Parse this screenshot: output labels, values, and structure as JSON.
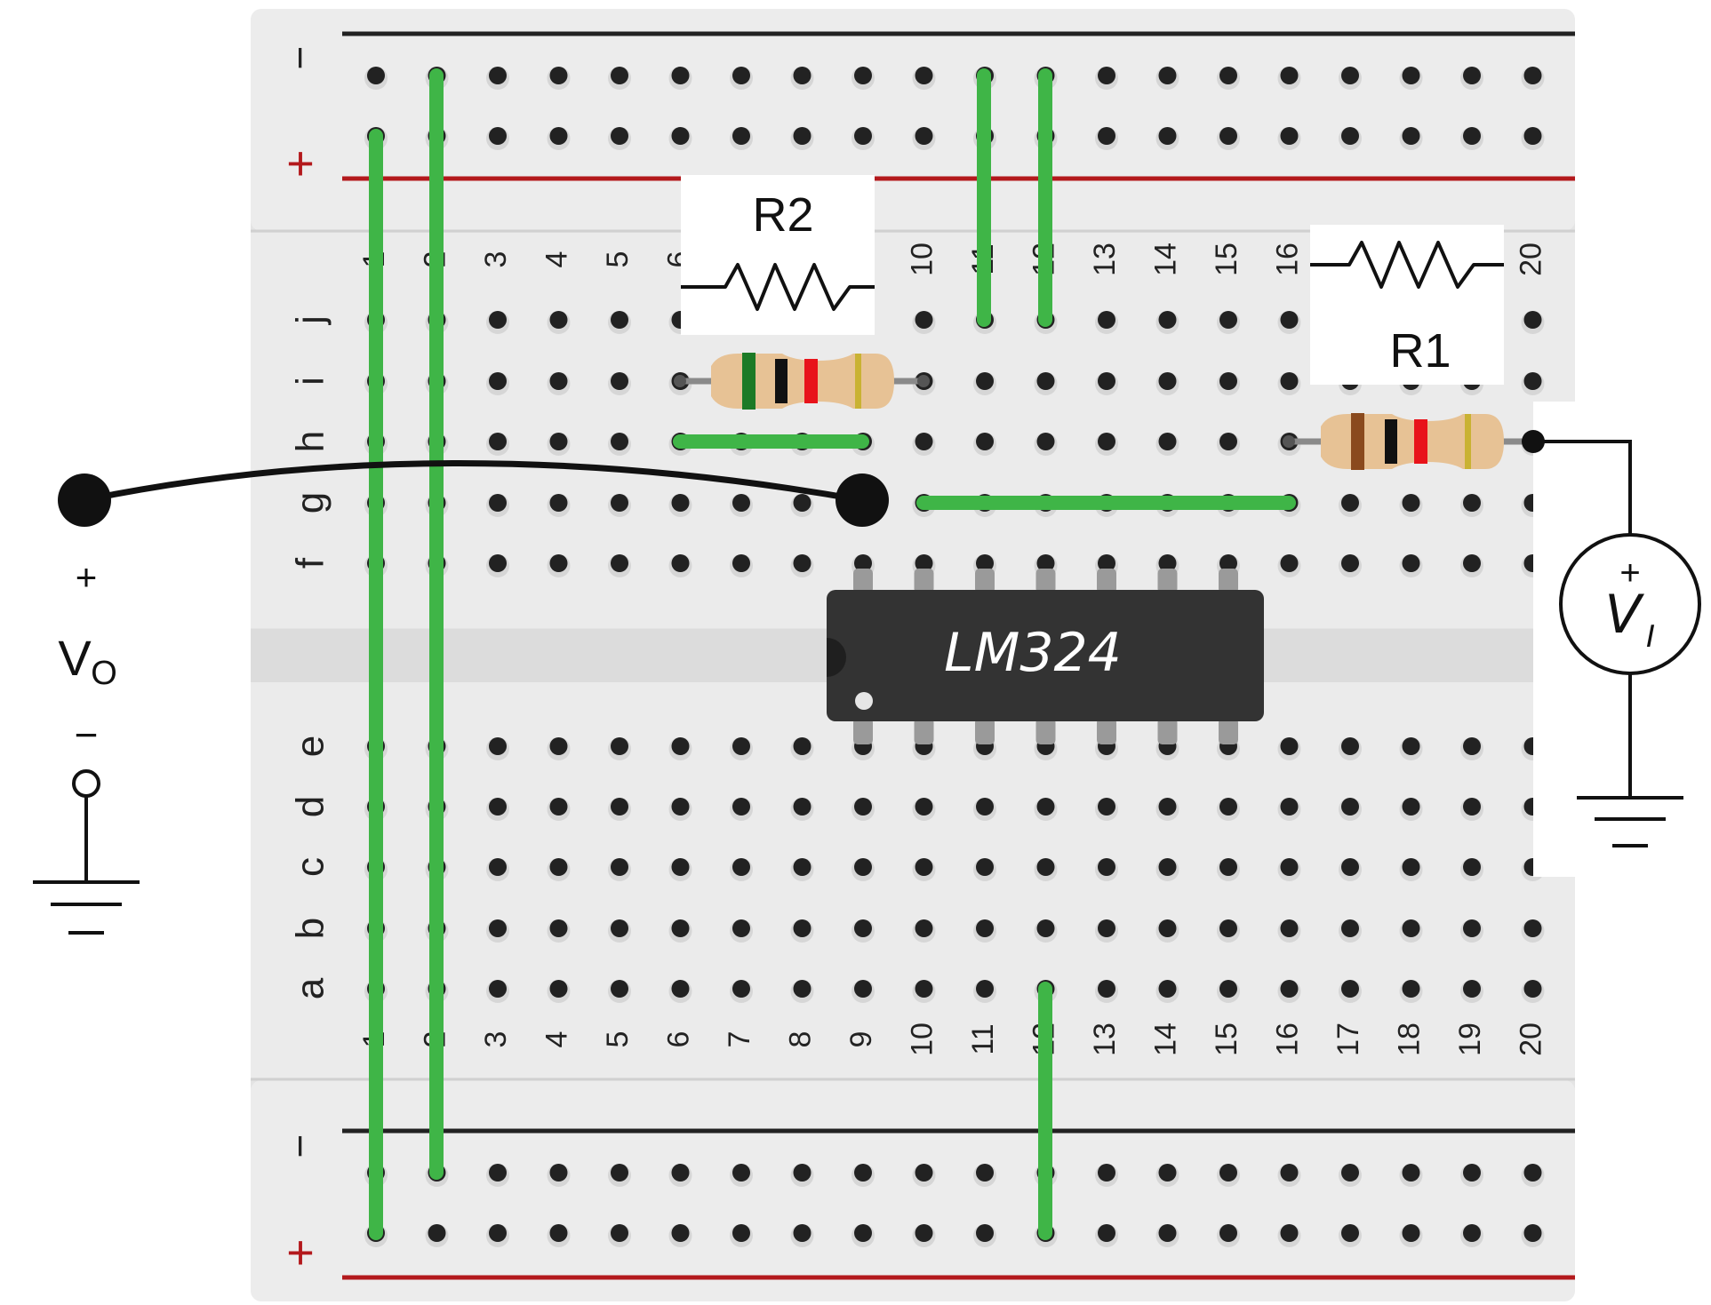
{
  "breadboard": {
    "columns": [
      "1",
      "2",
      "3",
      "4",
      "5",
      "6",
      "7",
      "8",
      "9",
      "10",
      "11",
      "12",
      "13",
      "14",
      "15",
      "16",
      "17",
      "18",
      "19",
      "20"
    ],
    "top_rows": [
      "f",
      "g",
      "h",
      "i",
      "j"
    ],
    "bottom_rows": [
      "a",
      "b",
      "c",
      "d",
      "e"
    ],
    "rail_minus": "−",
    "rail_plus": "+"
  },
  "components": {
    "ic_label": "LM324",
    "r1_label": "R1",
    "r2_label": "R2",
    "r1_bands": [
      "#8a4a1e",
      "#111111",
      "#e8131a",
      "#c9b233"
    ],
    "r2_bands": [
      "#1c7a26",
      "#111111",
      "#e8131a",
      "#c9b233"
    ]
  },
  "output": {
    "plus": "+",
    "label": "V",
    "label_sub": "O",
    "minus": "−"
  },
  "input": {
    "plus": "+",
    "label": "V",
    "label_sub": "I"
  },
  "colors": {
    "wire": "#3fb547",
    "board": "#e9e9e9",
    "hole": "#222222",
    "rail_red": "#b3191c",
    "rail_black": "#222222",
    "ic_body": "#333333"
  }
}
